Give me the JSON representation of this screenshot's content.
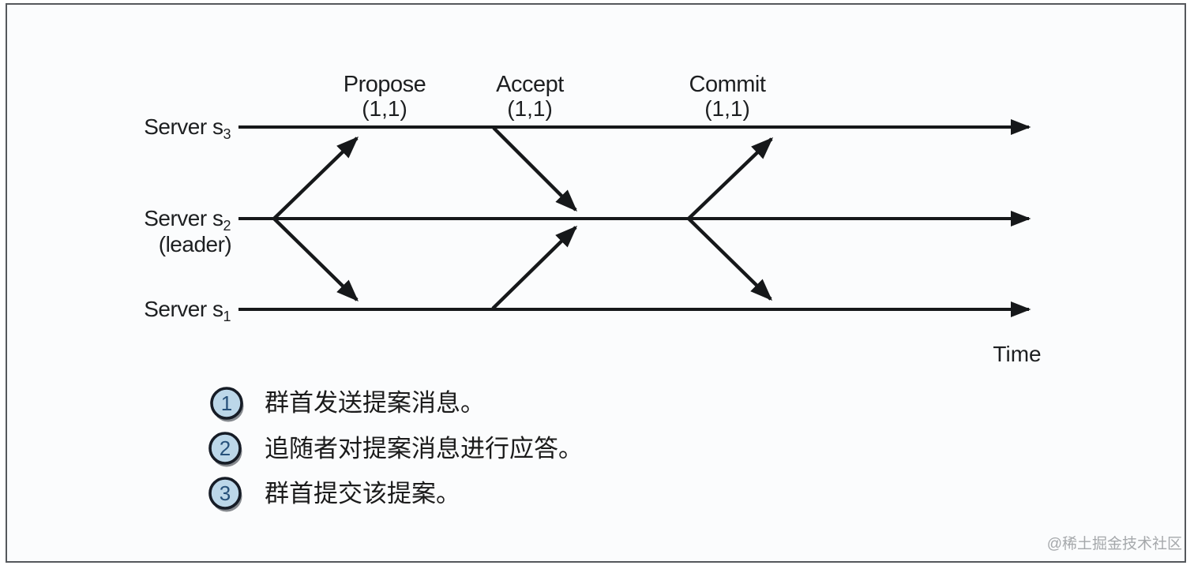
{
  "diagram": {
    "phases": [
      {
        "name": "Propose",
        "proposal_id": "(1,1)"
      },
      {
        "name": "Accept",
        "proposal_id": "(1,1)"
      },
      {
        "name": "Commit",
        "proposal_id": "(1,1)"
      }
    ],
    "servers": [
      {
        "name": "Server s",
        "sub": "3"
      },
      {
        "name": "Server s",
        "sub": "2",
        "role": "(leader)"
      },
      {
        "name": "Server s",
        "sub": "1"
      }
    ],
    "time_axis_label": "Time",
    "messages": [
      {
        "phase": "Propose",
        "from": "Server s2 (leader)",
        "to": "Server s3"
      },
      {
        "phase": "Propose",
        "from": "Server s2 (leader)",
        "to": "Server s1"
      },
      {
        "phase": "Accept",
        "from": "Server s3",
        "to": "Server s2 (leader)"
      },
      {
        "phase": "Accept",
        "from": "Server s1",
        "to": "Server s2 (leader)"
      },
      {
        "phase": "Commit",
        "from": "Server s2 (leader)",
        "to": "Server s3"
      },
      {
        "phase": "Commit",
        "from": "Server s2 (leader)",
        "to": "Server s1"
      }
    ]
  },
  "legend": {
    "items": [
      {
        "num": "1",
        "text": "群首发送提案消息。"
      },
      {
        "num": "2",
        "text": "追随者对提案消息进行应答。"
      },
      {
        "num": "3",
        "text": "群首提交该提案。"
      }
    ]
  },
  "watermark": "@稀土掘金技术社区",
  "colors": {
    "line": "#16181a",
    "legend_circle_fill": "#bcd7e9",
    "legend_circle_border": "#161c26",
    "legend_number": "#27517a",
    "watermark": "#a5a8ab",
    "frame_border": "#55585c",
    "background": "#fbfcfd"
  }
}
